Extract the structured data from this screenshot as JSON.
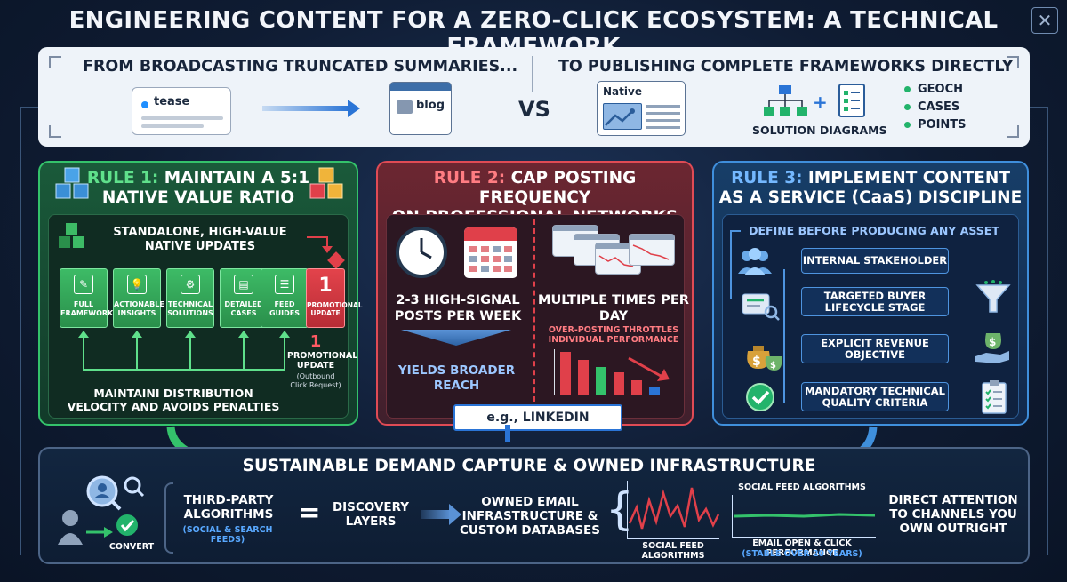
{
  "title": "ENGINEERING CONTENT FOR A ZERO-CLICK ECOSYSTEM: A TECHNICAL FRAMEWORK",
  "close_glyph": "✕",
  "top": {
    "left_heading": "FROM BROADCASTING TRUNCATED SUMMARIES...",
    "right_heading": "TO PUBLISHING COMPLETE FRAMEWORKS DIRECTLY",
    "tease_label": "tease",
    "blog_label": "blog",
    "vs": "VS",
    "native_label": "Native",
    "plus": "+",
    "solution_label": "SOLUTION DIAGRAMS",
    "bullets": [
      "GEOCH",
      "CASES",
      "POINTS"
    ]
  },
  "rule1": {
    "num": "RULE 1:",
    "head_rest": "MAINTAIN A 5:1",
    "head_line2": "NATIVE VALUE RATIO",
    "sub": "STANDALONE, HIGH-VALUE NATIVE UPDATES",
    "cubes": [
      {
        "label": "FULL FRAMEWORKS",
        "icon": "✎"
      },
      {
        "label": "ACTIONABLE INSIGHTS",
        "icon": "💡"
      },
      {
        "label": "TECHNICAL SOLUTIONS",
        "icon": "⚙"
      },
      {
        "label": "DETAILED CASES",
        "icon": "▤"
      },
      {
        "label": "FEED GUIDES",
        "icon": "☰"
      }
    ],
    "promo_num": "1",
    "promo_label": "PROMOTIONAL UPDATE",
    "promo_side_num": "1",
    "promo_side_label": "PROMOTIONAL UPDATE",
    "promo_side_note": "(Outbound Click Request)",
    "footer": "MAINTAINI  DISTRIBUTION VELOCITY AND AVOIDS PENALTIES"
  },
  "rule2": {
    "num": "RULE 2:",
    "head_rest": "CAP POSTING FREQUENCY",
    "head_line2": "ON PROFESSIONAL NETWORKS",
    "left_text": "2-3 HIGH-SIGNAL POSTS PER WEEK",
    "left_result": "YIELDS BROADER REACH",
    "right_text": "MULTIPLE TIMES PER DAY",
    "right_warn": "OVER-POSTING THROTTLES INDIVIDUAL PERFORMANCE",
    "ribbon": "e.g., LINKEDIN",
    "bars": [
      {
        "value": 0.95,
        "color": "#e0404a"
      },
      {
        "value": 0.78,
        "color": "#e0404a"
      },
      {
        "value": 0.62,
        "color": "#34c26b"
      },
      {
        "value": 0.5,
        "color": "#e0404a"
      },
      {
        "value": 0.32,
        "color": "#e0404a"
      },
      {
        "value": 0.18,
        "color": "#2a74d6"
      }
    ]
  },
  "rule3": {
    "num": "RULE 3:",
    "head_rest": "IMPLEMENT CONTENT",
    "head_line2": "AS A SERVICE (CaaS) DISCIPLINE",
    "sub": "DEFINE BEFORE PRODUCING ANY ASSET",
    "steps": [
      "INTERNAL STAKEHOLDER",
      "TARGETED BUYER LIFECYCLE STAGE",
      "EXPLICIT REVENUE OBJECTIVE",
      "MANDATORY TECHNICAL QUALITY CRITERIA"
    ]
  },
  "bottom": {
    "title": "SUSTAINABLE DEMAND CAPTURE & OWNED INFRASTRUCTURE",
    "convert": "CONVERT",
    "third_party": "THIRD-PARTY ALGORITHMS",
    "third_party_sub": "(SOCIAL & SEARCH FEEDS)",
    "equals": "=",
    "discovery": "DISCOVERY LAYERS",
    "owned": "OWNED EMAIL INFRASTRUCTURE & CUSTOM DATABASES",
    "chart1_label": "SOCIAL FEED ALGORITHMS",
    "chart2_title": "SOCIAL FEED ALGORITHMS",
    "chart2_label": "EMAIL OPEN & CLICK PERFORMANCE",
    "chart2_sub": "(STABLE OVER 20 YEARS)",
    "direct": "DIRECT ATTENTION TO CHANNELS YOU OWN OUTRIGHT"
  },
  "colors": {
    "green": "#34c26b",
    "red": "#e04b55",
    "blue": "#3f8fdc"
  }
}
